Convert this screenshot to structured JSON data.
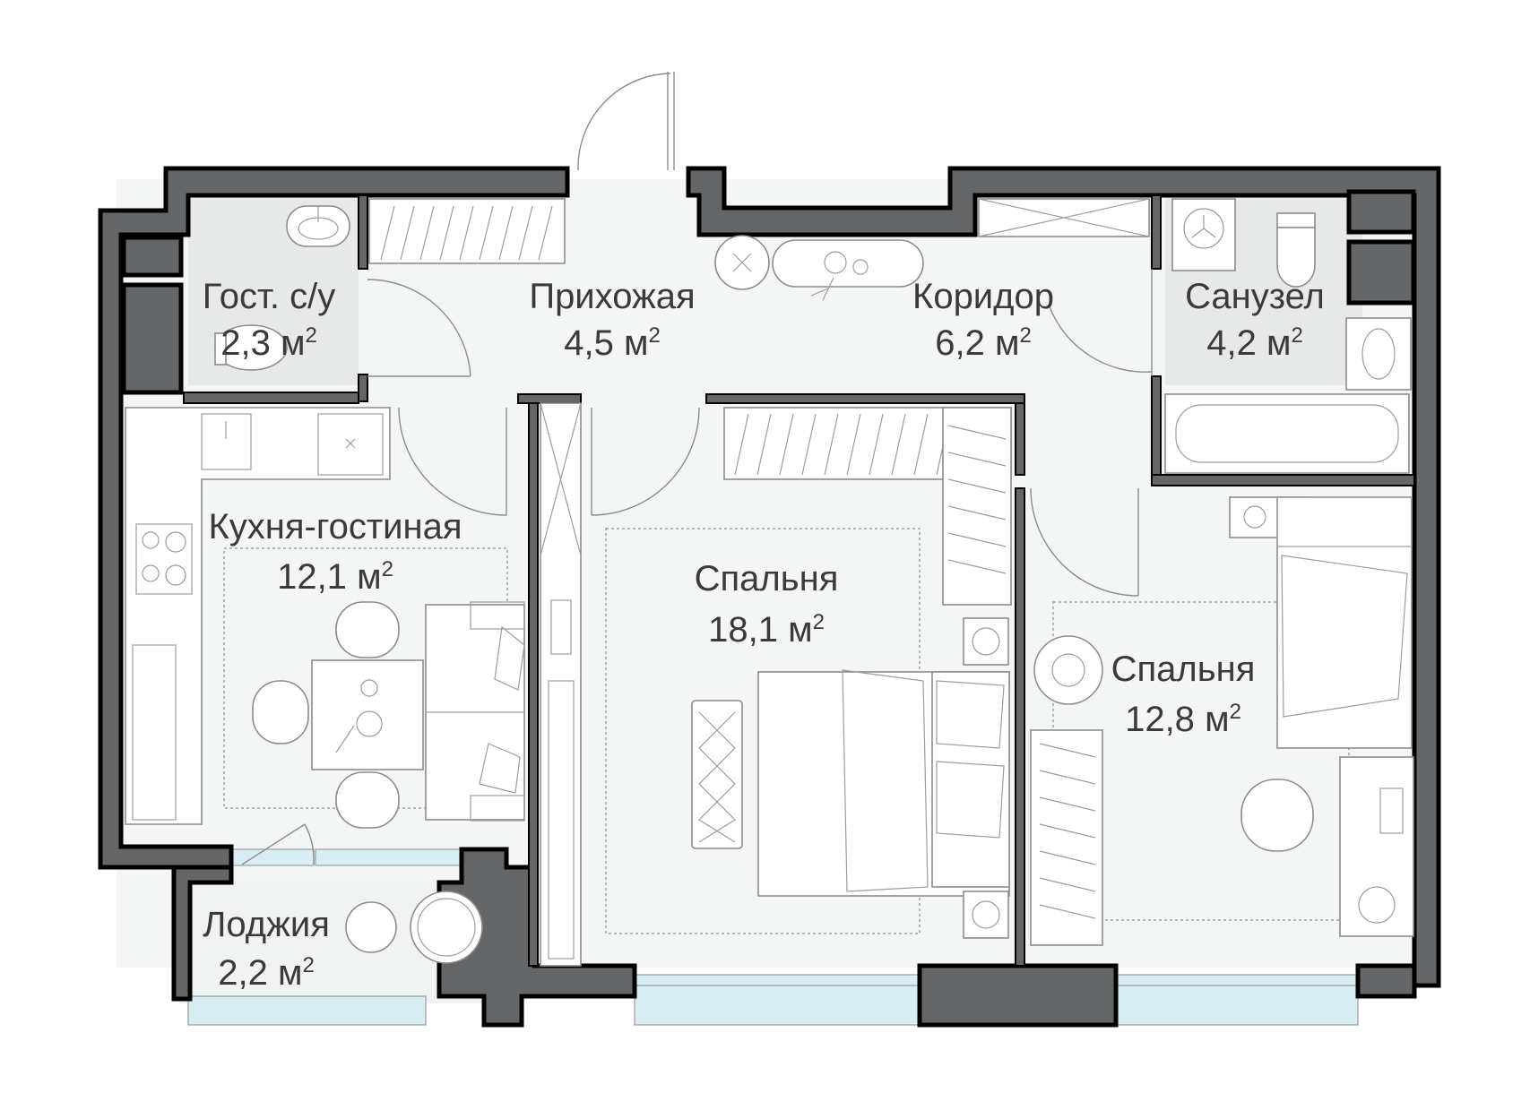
{
  "rooms": [
    {
      "id": "guest-wc",
      "name": "Гост. с/у",
      "area": "2,3",
      "unit": "м",
      "exp": "2"
    },
    {
      "id": "hallway",
      "name": "Прихожая",
      "area": "4,5",
      "unit": "м",
      "exp": "2"
    },
    {
      "id": "corridor",
      "name": "Коридор",
      "area": "6,2",
      "unit": "м",
      "exp": "2"
    },
    {
      "id": "bathroom",
      "name": "Санузел",
      "area": "4,2",
      "unit": "м",
      "exp": "2"
    },
    {
      "id": "kitchen-living",
      "name": "Кухня-гостиная",
      "area": "12,1",
      "unit": "м",
      "exp": "2"
    },
    {
      "id": "bedroom-1",
      "name": "Спальня",
      "area": "18,1",
      "unit": "м",
      "exp": "2"
    },
    {
      "id": "bedroom-2",
      "name": "Спальня",
      "area": "12,8",
      "unit": "м",
      "exp": "2"
    },
    {
      "id": "loggia",
      "name": "Лоджия",
      "area": "2,2",
      "unit": "м",
      "exp": "2"
    }
  ],
  "colors": {
    "wall_fill": "#646668",
    "wall_stroke": "#000000",
    "floor": "#f4f5f5",
    "tile": "#e7e8e8",
    "glass": "#d9eef4",
    "furniture_line": "#8a8c8e",
    "label_text": "#3a3a3a"
  }
}
